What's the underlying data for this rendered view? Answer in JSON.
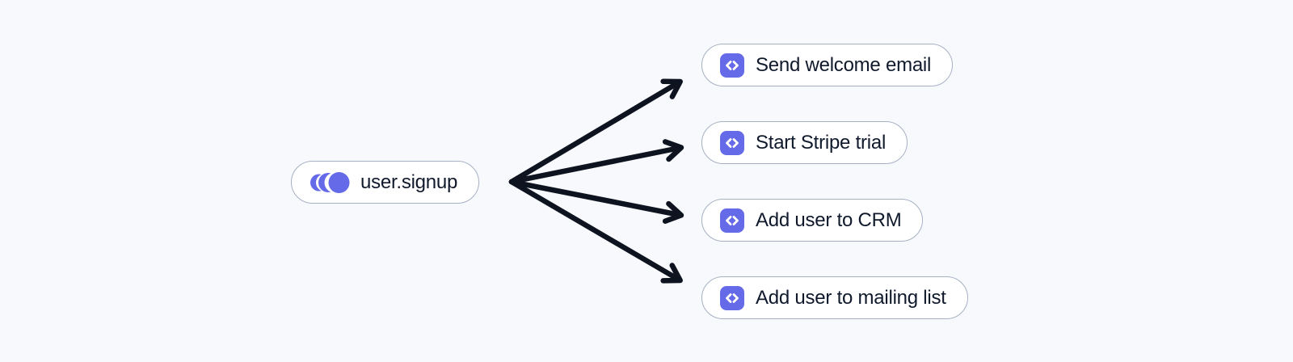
{
  "diagram": {
    "type": "event-fanout",
    "event": {
      "label": "user.signup",
      "icon": "event-signal-icon"
    },
    "actions": [
      {
        "label": "Send welcome email",
        "icon": "code-icon"
      },
      {
        "label": "Start Stripe trial",
        "icon": "code-icon"
      },
      {
        "label": "Add user to CRM",
        "icon": "code-icon"
      },
      {
        "label": "Add user to mailing list",
        "icon": "code-icon"
      }
    ],
    "edges": [
      {
        "from": "user.signup",
        "to": "Send welcome email"
      },
      {
        "from": "user.signup",
        "to": "Start Stripe trial"
      },
      {
        "from": "user.signup",
        "to": "Add user to CRM"
      },
      {
        "from": "user.signup",
        "to": "Add user to mailing list"
      }
    ],
    "colors": {
      "page_background": "#f8f9fd",
      "node_background": "#ffffff",
      "node_border": "#a6b0c3",
      "text": "#101a2c",
      "accent": "#646ae8",
      "icon_glyph": "#ffffff",
      "arrow": "#0e1320"
    }
  }
}
